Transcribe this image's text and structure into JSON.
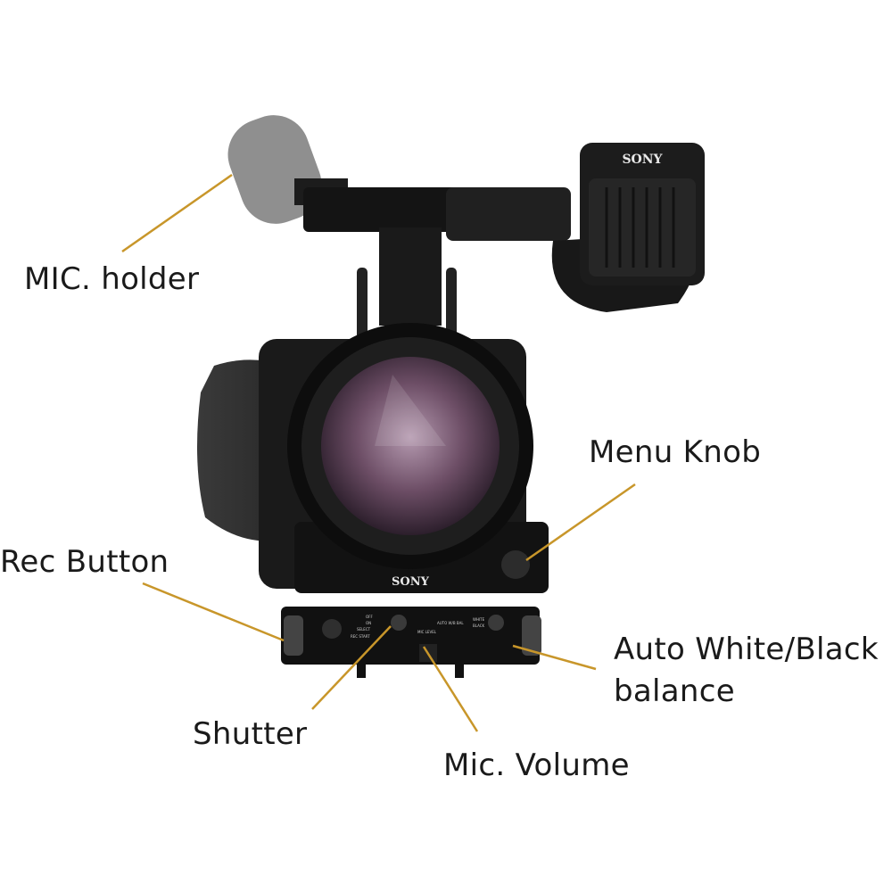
{
  "labels": {
    "mic_holder": "MIC. holder",
    "menu_knob": "Menu Knob",
    "rec_button": "Rec Button",
    "auto_wb_line1": "Auto White/Black",
    "auto_wb_line2": "balance",
    "shutter": "Shutter",
    "mic_volume": "Mic. Volume"
  },
  "camera": {
    "brand_top": "SONY",
    "brand_front": "SONY",
    "panel_labels": [
      "OFF",
      "ON",
      "SELECT",
      "REC START",
      "MIC LEVEL",
      "AUTO W/B BAL",
      "WHITE",
      "BLACK"
    ]
  },
  "colors": {
    "leader_line": "#c8962a",
    "text": "#1a1a1a",
    "body": "#1b1b1b"
  }
}
